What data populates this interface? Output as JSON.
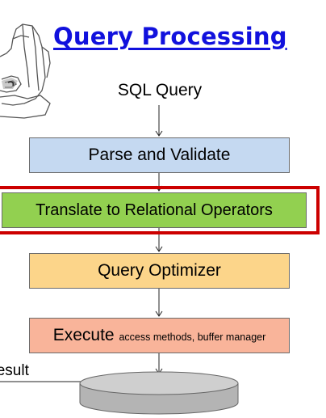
{
  "title": "Query Processing",
  "input_label": "SQL Query",
  "steps": [
    {
      "label": "Parse and Validate",
      "color": "#c5d9f1"
    },
    {
      "label": "Translate to Relational Operators",
      "color": "#92d050"
    },
    {
      "label": "Query Optimizer",
      "color": "#fcd58a"
    },
    {
      "label": "Execute",
      "sub": "access methods, buffer manager",
      "color": "#f9b49a"
    }
  ],
  "highlight_color": "#cc0000",
  "output_label": "Result",
  "title_color": "#1111dd",
  "icons": [
    "sketch-illustration-icon",
    "disk-icon"
  ]
}
